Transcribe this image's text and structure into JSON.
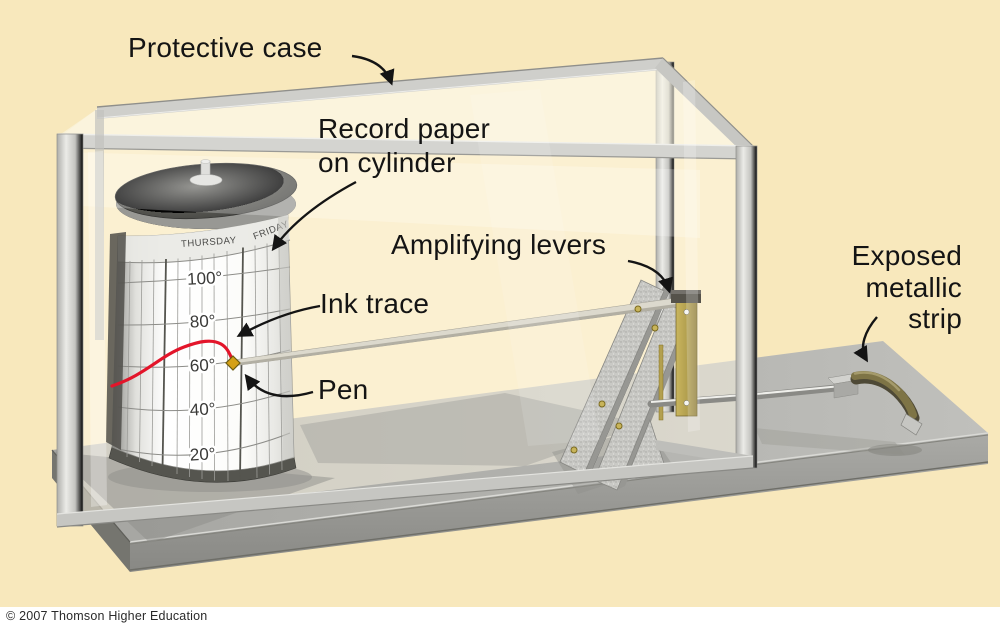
{
  "title_labels": {
    "protective_case": "Protective case",
    "record_paper": [
      "Record paper",
      "on cylinder"
    ],
    "ink_trace": "Ink trace",
    "pen": "Pen",
    "amplifying_levers": "Amplifying levers",
    "exposed_metallic_strip": [
      "Exposed",
      "metallic",
      "strip"
    ]
  },
  "recording_chart": {
    "day_labels": [
      "THURSDAY",
      "FRIDAY"
    ],
    "temperature_labels": [
      "100°",
      "80°",
      "60°",
      "40°",
      "20°"
    ],
    "trace_color": "#e3152a"
  },
  "footer": {
    "copyright": "© 2007 Thomson Higher Education"
  },
  "palette": {
    "background": "#f8e8bc",
    "case_frame": "#cfcfcb",
    "base_gray": "#b0b0ac",
    "brass": "#b3a04f",
    "strip_olive": "#7e7446",
    "paper": "#ffffff",
    "ink_red": "#e3152a"
  }
}
